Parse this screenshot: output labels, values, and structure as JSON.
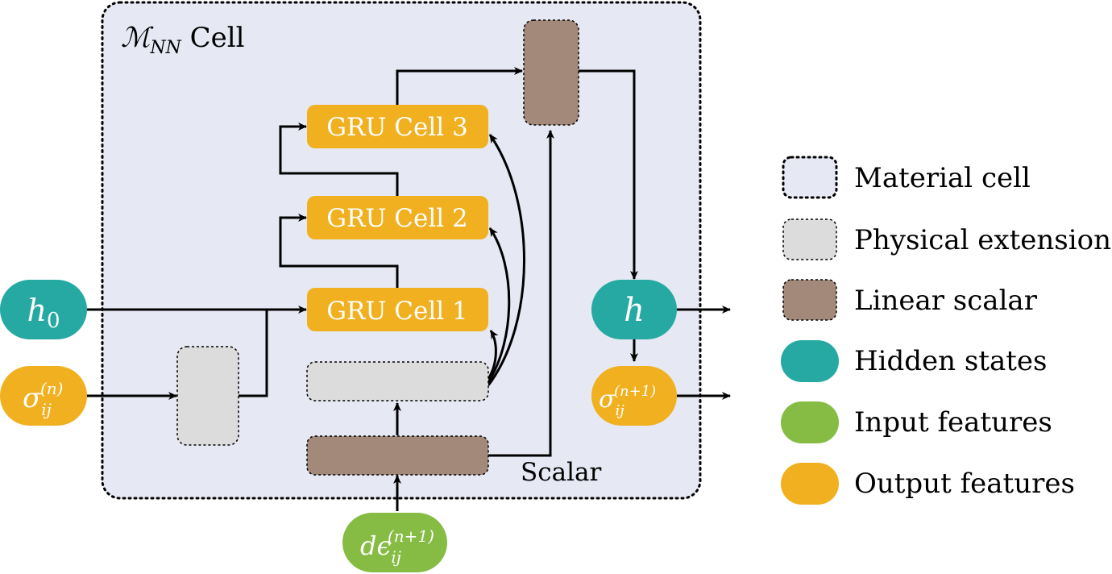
{
  "diagram": {
    "cell_title": {
      "main": "ℳ",
      "subscript": "NN",
      "suffix": " Cell"
    },
    "gru_cells": [
      "GRU Cell 1",
      "GRU Cell 2",
      "GRU Cell 3"
    ],
    "scalar_label": "Scalar",
    "inputs": {
      "h0": {
        "base": "h",
        "sub": "0"
      },
      "sigma_n": {
        "base": "σ",
        "sub": "ij",
        "sup": "(n)"
      },
      "d_eps": {
        "base": "dϵ",
        "sub": "ij",
        "sup": "(n+1)"
      }
    },
    "outputs": {
      "h": {
        "base": "h"
      },
      "sigma_n1": {
        "base": "σ",
        "sub": "ij",
        "sup": "(n+1)"
      }
    }
  },
  "legend": {
    "items": [
      {
        "label": "Material cell",
        "kind": "material-cell",
        "fill": "#e6e8f3"
      },
      {
        "label": "Physical extensions",
        "kind": "physical-extension",
        "fill": "#dcdcdc"
      },
      {
        "label": "Linear scalar",
        "kind": "linear-scalar",
        "fill": "#a3897a"
      },
      {
        "label": "Hidden states",
        "kind": "hidden-state",
        "fill": "#26a9a2"
      },
      {
        "label": "Input features",
        "kind": "input-feature",
        "fill": "#86bb44"
      },
      {
        "label": "Output features",
        "kind": "output-feature",
        "fill": "#f0b020"
      }
    ]
  },
  "colors": {
    "material_cell": "#e6e8f3",
    "physical_extension": "#dcdcdc",
    "linear_scalar": "#a3897a",
    "hidden_state": "#26a9a2",
    "input_feature": "#86bb44",
    "output_feature": "#f0b020"
  }
}
